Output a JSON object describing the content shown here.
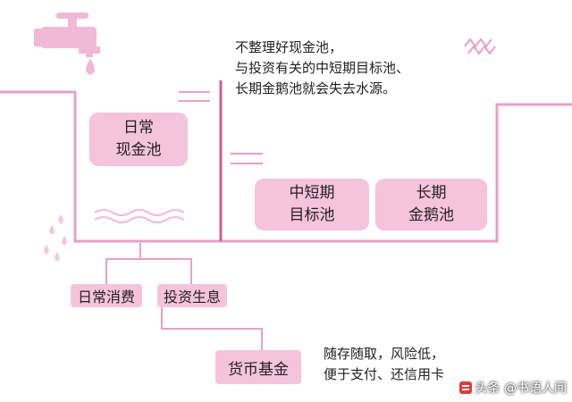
{
  "colors": {
    "accent": "#e8a0c8",
    "box": "#f6c3dc",
    "line": "#c8609c",
    "text": "#222222"
  },
  "pools": {
    "daily_cash": [
      "日常",
      "现金池"
    ],
    "mid_short": [
      "中短期",
      "目标池"
    ],
    "long_term": [
      "长期",
      "金鹅池"
    ]
  },
  "note_top": [
    "不整理好现金池，",
    "与投资有关的中短期目标池、",
    "长期金鹅池就会失去水源。"
  ],
  "labels": {
    "daily_spend": "日常消费",
    "invest_income": "投资生息",
    "money_fund": "货币基金"
  },
  "note_bottom": [
    "随存随取，风险低，",
    "便于支付、还信用卡"
  ],
  "watermark": {
    "icon": "toutiao-logo-icon",
    "text": "头条 @书语人间"
  },
  "icons": [
    "water-faucet-icon",
    "water-drop-icon",
    "wave-icon",
    "arrow-right-icon",
    "arrow-left-icon"
  ]
}
